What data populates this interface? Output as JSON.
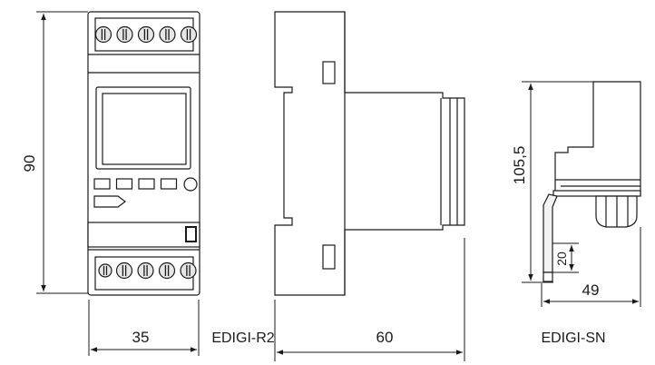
{
  "dimensions": {
    "front_height": "90",
    "front_width": "35",
    "side_width": "60",
    "sensor_height": "105,5",
    "sensor_width": "49",
    "sensor_mount": "20"
  },
  "captions": {
    "device_model": "EDIGI-R2",
    "sensor_model": "EDIGI-SN"
  },
  "colors": {
    "line": "#1a1a1a",
    "panel": "#f3f3f3",
    "screw": "#e6e6e6"
  }
}
